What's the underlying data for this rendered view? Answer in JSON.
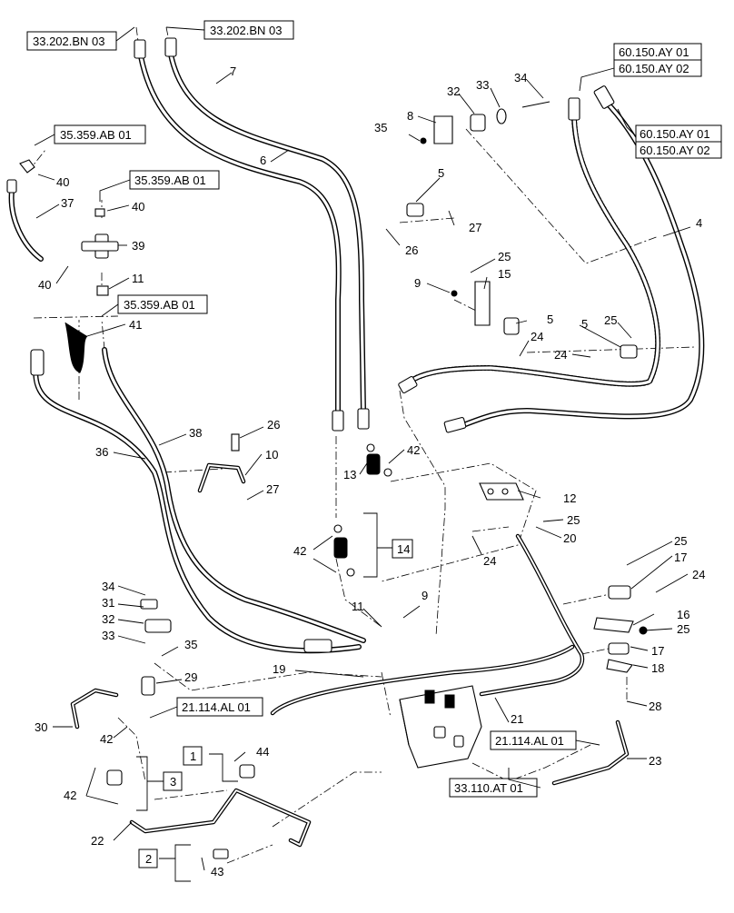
{
  "callouts": [
    {
      "id": "c7",
      "text": "7"
    },
    {
      "id": "c6",
      "text": "6"
    },
    {
      "id": "c8",
      "text": "8"
    },
    {
      "id": "c32a",
      "text": "32"
    },
    {
      "id": "c33a",
      "text": "33"
    },
    {
      "id": "c34a",
      "text": "34"
    },
    {
      "id": "c35a",
      "text": "35"
    },
    {
      "id": "c5a",
      "text": "5"
    },
    {
      "id": "c27a",
      "text": "27"
    },
    {
      "id": "c26a",
      "text": "26"
    },
    {
      "id": "c4",
      "text": "4"
    },
    {
      "id": "c25a",
      "text": "25"
    },
    {
      "id": "c15",
      "text": "15"
    },
    {
      "id": "c9a",
      "text": "9"
    },
    {
      "id": "c5b",
      "text": "5"
    },
    {
      "id": "c24a",
      "text": "24"
    },
    {
      "id": "c5c",
      "text": "5"
    },
    {
      "id": "c25b",
      "text": "25"
    },
    {
      "id": "c24b",
      "text": "24"
    },
    {
      "id": "c40a",
      "text": "40"
    },
    {
      "id": "c37",
      "text": "37"
    },
    {
      "id": "c40b",
      "text": "40"
    },
    {
      "id": "c39",
      "text": "39"
    },
    {
      "id": "c40c",
      "text": "40"
    },
    {
      "id": "c11a",
      "text": "11"
    },
    {
      "id": "c41",
      "text": "41"
    },
    {
      "id": "c38",
      "text": "38"
    },
    {
      "id": "c36",
      "text": "36"
    },
    {
      "id": "c26b",
      "text": "26"
    },
    {
      "id": "c10",
      "text": "10"
    },
    {
      "id": "c27b",
      "text": "27"
    },
    {
      "id": "c13",
      "text": "13"
    },
    {
      "id": "c42a",
      "text": "42"
    },
    {
      "id": "c12",
      "text": "12"
    },
    {
      "id": "c25c",
      "text": "25"
    },
    {
      "id": "c20",
      "text": "20"
    },
    {
      "id": "c24c",
      "text": "24"
    },
    {
      "id": "c42b",
      "text": "42"
    },
    {
      "id": "c25d",
      "text": "25"
    },
    {
      "id": "c17a",
      "text": "17"
    },
    {
      "id": "c24d",
      "text": "24"
    },
    {
      "id": "c16",
      "text": "16"
    },
    {
      "id": "c25e",
      "text": "25"
    },
    {
      "id": "c17b",
      "text": "17"
    },
    {
      "id": "c18",
      "text": "18"
    },
    {
      "id": "c34b",
      "text": "34"
    },
    {
      "id": "c31",
      "text": "31"
    },
    {
      "id": "c32b",
      "text": "32"
    },
    {
      "id": "c33b",
      "text": "33"
    },
    {
      "id": "c35b",
      "text": "35"
    },
    {
      "id": "c11b",
      "text": "11"
    },
    {
      "id": "c9b",
      "text": "9"
    },
    {
      "id": "c19",
      "text": "19"
    },
    {
      "id": "c29",
      "text": "29"
    },
    {
      "id": "c30",
      "text": "30"
    },
    {
      "id": "c42c",
      "text": "42"
    },
    {
      "id": "c21",
      "text": "21"
    },
    {
      "id": "c28",
      "text": "28"
    },
    {
      "id": "c44",
      "text": "44"
    },
    {
      "id": "c23",
      "text": "23"
    },
    {
      "id": "c42d",
      "text": "42"
    },
    {
      "id": "c22",
      "text": "22"
    },
    {
      "id": "c43",
      "text": "43"
    }
  ],
  "refs": {
    "r1": "33.202.BN 03",
    "r2": "33.202.BN 03",
    "r3": "60.150.AY 01",
    "r4": "60.150.AY 02",
    "r5": "60.150.AY 01",
    "r6": "60.150.AY 02",
    "r7": "35.359.AB 01",
    "r8": "35.359.AB 01",
    "r9": "35.359.AB 01",
    "r10": "21.114.AL 01",
    "r11": "21.114.AL 01",
    "r12": "33.110.AT 01"
  },
  "groups": {
    "g14": "14",
    "g1": "1",
    "g3": "3",
    "g2": "2"
  }
}
